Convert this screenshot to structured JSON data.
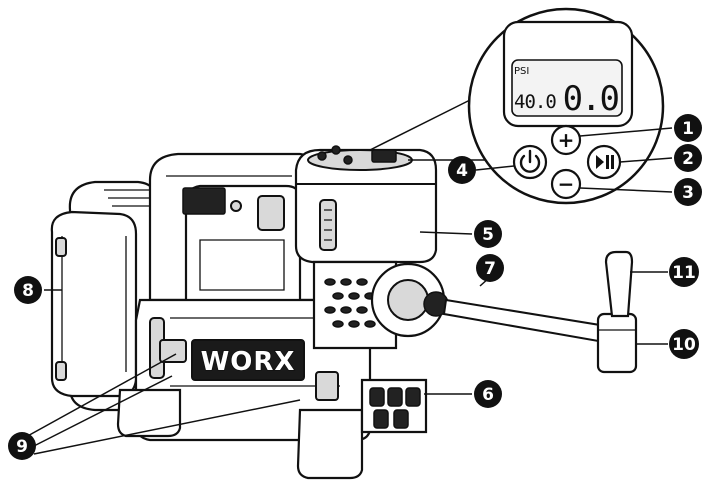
{
  "display": {
    "unit": "PSI",
    "preset_value": "40.0",
    "current_value": "0.0"
  },
  "buttons": {
    "plus_symbol": "+",
    "minus_symbol": "−",
    "power_icon": "power-icon",
    "play_pause_icon": "play-pause-icon"
  },
  "brand": {
    "logo_text": "WORX"
  },
  "callouts": [
    {
      "number": "1"
    },
    {
      "number": "2"
    },
    {
      "number": "3"
    },
    {
      "number": "4"
    },
    {
      "number": "5"
    },
    {
      "number": "6"
    },
    {
      "number": "7"
    },
    {
      "number": "8"
    },
    {
      "number": "9"
    },
    {
      "number": "10"
    },
    {
      "number": "11"
    }
  ]
}
